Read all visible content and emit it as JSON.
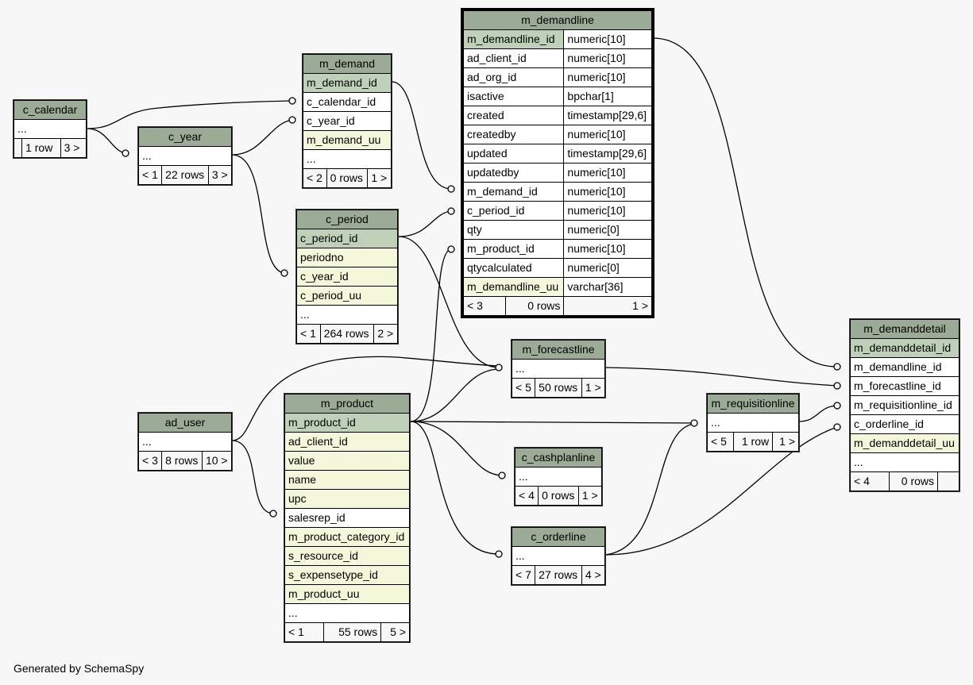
{
  "footer": "Generated by SchemaSpy",
  "tables": {
    "c_calendar": {
      "name": "c_calendar",
      "rows": [
        "..."
      ],
      "foot": [
        "",
        "1 row",
        "3 >"
      ]
    },
    "c_year": {
      "name": "c_year",
      "rows": [
        "..."
      ],
      "foot": [
        "< 1",
        "22 rows",
        "3 >"
      ]
    },
    "m_demand": {
      "name": "m_demand",
      "rows": [
        "m_demand_id",
        "c_calendar_id",
        "c_year_id",
        "m_demand_uu",
        "..."
      ],
      "foot": [
        "< 2",
        "0 rows",
        "1 >"
      ]
    },
    "c_period": {
      "name": "c_period",
      "rows": [
        "c_period_id",
        "periodno",
        "c_year_id",
        "c_period_uu",
        "..."
      ],
      "foot": [
        "< 1",
        "264 rows",
        "2 >"
      ]
    },
    "m_demandline": {
      "name": "m_demandline",
      "columns": [
        {
          "name": "m_demandline_id",
          "type": "numeric[10]"
        },
        {
          "name": "ad_client_id",
          "type": "numeric[10]"
        },
        {
          "name": "ad_org_id",
          "type": "numeric[10]"
        },
        {
          "name": "isactive",
          "type": "bpchar[1]"
        },
        {
          "name": "created",
          "type": "timestamp[29,6]"
        },
        {
          "name": "createdby",
          "type": "numeric[10]"
        },
        {
          "name": "updated",
          "type": "timestamp[29,6]"
        },
        {
          "name": "updatedby",
          "type": "numeric[10]"
        },
        {
          "name": "m_demand_id",
          "type": "numeric[10]"
        },
        {
          "name": "c_period_id",
          "type": "numeric[10]"
        },
        {
          "name": "qty",
          "type": "numeric[0]"
        },
        {
          "name": "m_product_id",
          "type": "numeric[10]"
        },
        {
          "name": "qtycalculated",
          "type": "numeric[0]"
        },
        {
          "name": "m_demandline_uu",
          "type": "varchar[36]"
        }
      ],
      "foot": [
        "< 3",
        "0 rows",
        "1 >"
      ]
    },
    "ad_user": {
      "name": "ad_user",
      "rows": [
        "..."
      ],
      "foot": [
        "< 3",
        "8 rows",
        "10 >"
      ]
    },
    "m_product": {
      "name": "m_product",
      "rows": [
        "m_product_id",
        "ad_client_id",
        "value",
        "name",
        "upc",
        "salesrep_id",
        "m_product_category_id",
        "s_resource_id",
        "s_expensetype_id",
        "m_product_uu",
        "..."
      ],
      "foot": [
        "< 1",
        "55 rows",
        "5 >"
      ]
    },
    "m_forecastline": {
      "name": "m_forecastline",
      "rows": [
        "..."
      ],
      "foot": [
        "< 5",
        "50 rows",
        "1 >"
      ]
    },
    "c_cashplanline": {
      "name": "c_cashplanline",
      "rows": [
        "..."
      ],
      "foot": [
        "< 4",
        "0 rows",
        "1 >"
      ]
    },
    "c_orderline": {
      "name": "c_orderline",
      "rows": [
        "..."
      ],
      "foot": [
        "< 7",
        "27 rows",
        "4 >"
      ]
    },
    "m_requisitionline": {
      "name": "m_requisitionline",
      "rows": [
        "..."
      ],
      "foot": [
        "< 5",
        "1 row",
        "1 >"
      ]
    },
    "m_demanddetail": {
      "name": "m_demanddetail",
      "rows": [
        "m_demanddetail_id",
        "m_demandline_id",
        "m_forecastline_id",
        "m_requisitionline_id",
        "c_orderline_id",
        "m_demanddetail_uu",
        "..."
      ],
      "foot": [
        "< 4",
        "0 rows",
        ""
      ]
    }
  }
}
